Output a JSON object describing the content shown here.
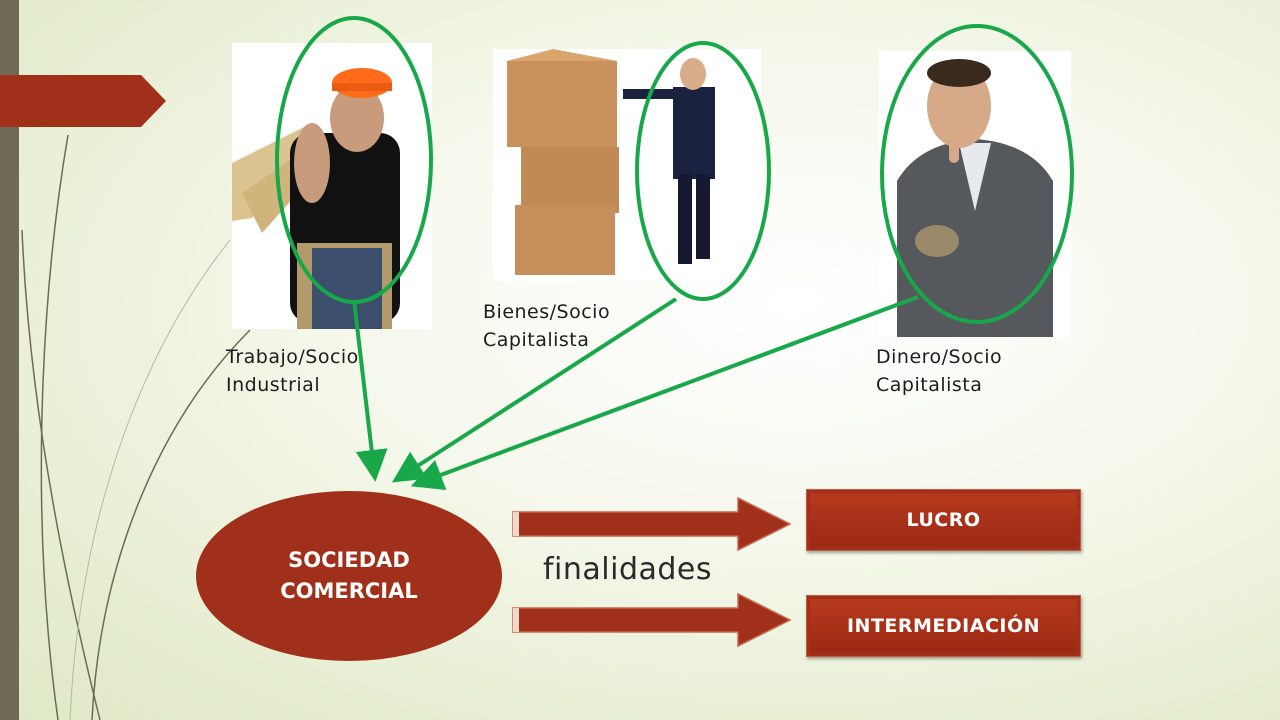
{
  "slide": {
    "accent_color": "#a1301a",
    "arrow_color": "#18a84a",
    "bar_color": "#6e6a55"
  },
  "contributions": [
    {
      "icon": "construction-worker-photo",
      "line1": "Trabajo/Socio",
      "line2": "Industrial"
    },
    {
      "icon": "businessman-with-boxes-photo",
      "line1": "Bienes/Socio",
      "line2": "Capitalista"
    },
    {
      "icon": "businessman-with-money-photo",
      "line1": "Dinero/Socio",
      "line2": "Capitalista"
    }
  ],
  "center": {
    "line1": "SOCIEDAD",
    "line2": "COMERCIAL"
  },
  "connector_label": "finalidades",
  "purposes": [
    {
      "label": "LUCRO"
    },
    {
      "label": "INTERMEDIACIÓN"
    }
  ]
}
